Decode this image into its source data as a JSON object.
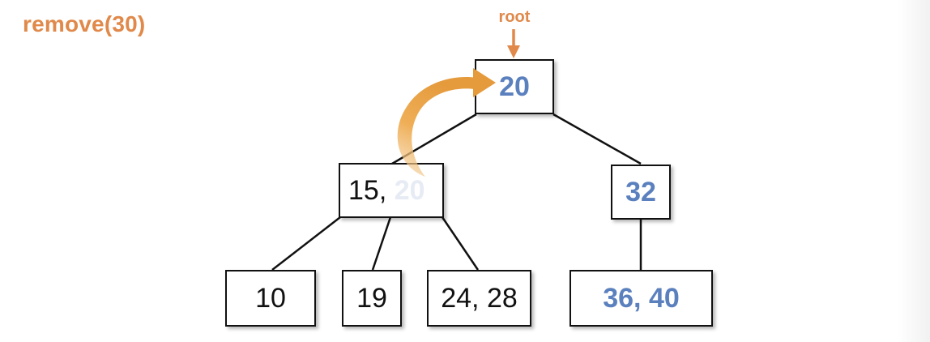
{
  "title": "remove(30)",
  "root_label": "root",
  "colors": {
    "accent_orange": "#e0894a",
    "key_blue": "#5b80be",
    "ghost_key": "#e6ebf4",
    "border": "#111111"
  },
  "tree": {
    "root": {
      "keys": "20",
      "highlight": true
    },
    "left": {
      "keys_plain": "15, ",
      "keys_ghost": "20"
    },
    "right": {
      "keys": "32",
      "highlight": true
    },
    "leaves": {
      "leaf_1": "10",
      "leaf_2": "19",
      "leaf_3": "24, 28",
      "leaf_4": "36, 40"
    }
  }
}
